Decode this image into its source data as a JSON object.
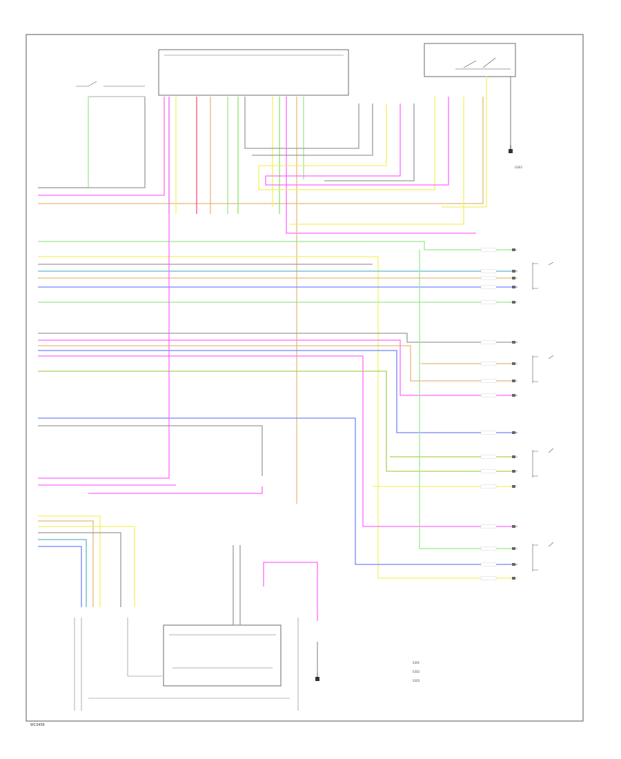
{
  "diagram": {
    "footer_code": "W13456",
    "ground_label": "G303",
    "splice_labels": [
      "S301",
      "S302",
      "S303"
    ]
  },
  "colors": {
    "green": "#9be88e",
    "magenta": "#ff66ff",
    "orange": "#e8b87a",
    "yellow": "#f2f060",
    "blue": "#6f84ff",
    "teal": "#5fb6c8",
    "gray": "#9a9a9a",
    "red": "#ff4f6e",
    "olive": "#a9d055",
    "lime": "#8fe36a"
  }
}
